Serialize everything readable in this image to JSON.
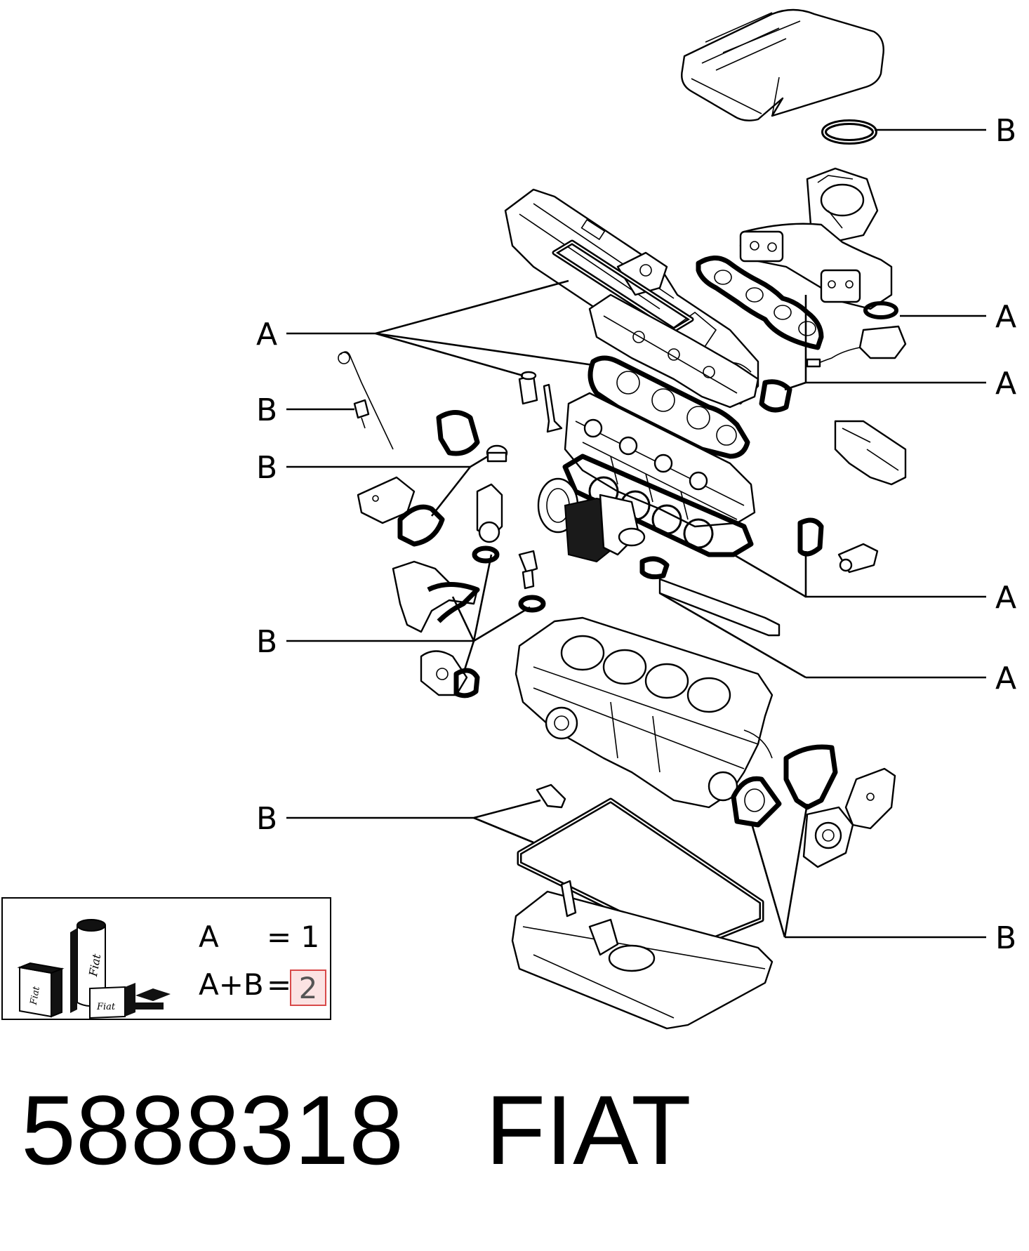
{
  "callouts": {
    "b_top": "B",
    "a_upper_right": "A",
    "a_middle_right": "A",
    "a_left_top": "A",
    "b_left_1": "B",
    "b_left_2": "B",
    "b_left_3": "B",
    "a_right_lower_1": "A",
    "a_right_lower_2": "A",
    "b_left_4": "B",
    "b_right_bottom": "B"
  },
  "legend": {
    "row1_key": "A",
    "row1_eq": "= 1",
    "row2_key": "A+B",
    "row2_eq": "=",
    "row2_value": "2",
    "logo_text_1": "Fiat",
    "logo_text_2": "Fiat",
    "logo_text_3": "Fiat"
  },
  "footer": {
    "part_number": "5888318",
    "brand": "FIAT"
  },
  "colors": {
    "highlight_border": "#d84a4a",
    "highlight_fill": "#fbe3e3"
  },
  "icons": {
    "logo": "fiat-packaging-logo-icon"
  }
}
